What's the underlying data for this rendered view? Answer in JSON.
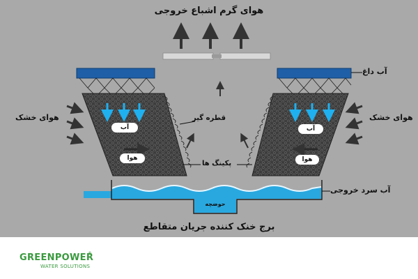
{
  "labels": {
    "hot_saturated_air": "هوای گرم اشباع خروجی",
    "hot_water": "آب داغ",
    "dry_air_left": "هوای خشک",
    "dry_air_right": "هوای خشک",
    "drift_eliminator": "قطره گیر",
    "fill_packing": "پکینگ ها",
    "cold_water_out": "آب سرد خروجی",
    "basin": "حوضچه",
    "title": "برج خنک کننده جریان متقاطع"
  },
  "pills": {
    "left_water": "آب",
    "left_air": "هوا",
    "right_water": "آب",
    "right_air": "هوا"
  },
  "logo": {
    "brand": "GREENPOWER",
    "tagline": "WATER SOLUTIONS",
    "registered": "®"
  },
  "colors": {
    "background": "#a9a9a9",
    "fill_media": "#3d3d3d",
    "distribution_basin": "#1f5fa8",
    "water": "#29a8e0",
    "water_arrow": "#1fb0ef",
    "brand_green": "#3a9a3f"
  }
}
